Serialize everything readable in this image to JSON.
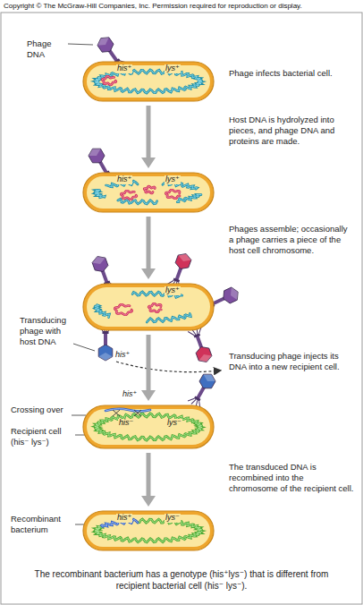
{
  "diagram": {
    "caption": "The recombinant bacterium has a genotype (his⁺lys⁻) that is different from recipient bacterial cell (his⁻ lys⁻).",
    "nodes": [
      {
        "text": [
          "his⁺",
          "lys⁺"
        ]
      },
      {
        "text": [
          "his⁺",
          "lys⁺"
        ]
      },
      {
        "text": [
          "lys⁺"
        ]
      },
      {
        "text": [
          "his⁻",
          "lys⁻"
        ]
      },
      {
        "text": [
          "his⁺",
          "lys⁻"
        ]
      }
    ],
    "edges": [
      {
        "from": 0,
        "to": 1,
        "arrow": "to"
      },
      {
        "from": 1,
        "to": 2,
        "arrow": "to"
      },
      {
        "from": 2,
        "to": 3,
        "arrow": "to"
      },
      {
        "from": 3,
        "to": 4,
        "arrow": "to"
      }
    ],
    "labels": [
      "Copyright © The McGraw-Hill Companies, Inc. Permission required for reproduction or display.",
      "Phage DNA",
      "Phage infects bacterial cell.",
      "Host DNA is hydrolyzed into pieces, and phage DNA and proteins are made.",
      "Phages assemble; occasionally a phage carries a piece of the host cell chromosome.",
      "Transducing phage with host DNA",
      "his⁺",
      "Transducing phage injects its DNA into a new recipient cell.",
      "his⁺",
      "Crossing over",
      "Recipient cell (his⁻ lys⁻)",
      "The transduced DNA is recombined into the chromosome of the recipient cell.",
      "Recombinant bacterium"
    ]
  }
}
